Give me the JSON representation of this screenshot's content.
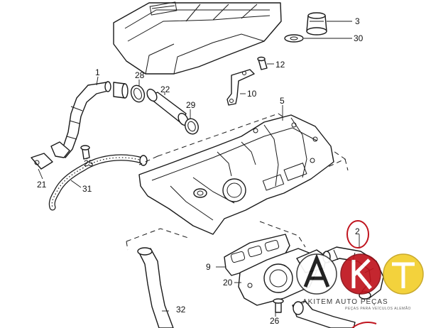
{
  "callouts": [
    {
      "id": "p3",
      "label": "3"
    },
    {
      "id": "p30",
      "label": "30"
    },
    {
      "id": "p12",
      "label": "12"
    },
    {
      "id": "p1",
      "label": "1"
    },
    {
      "id": "p28",
      "label": "28"
    },
    {
      "id": "p22",
      "label": "22"
    },
    {
      "id": "p10",
      "label": "10"
    },
    {
      "id": "p29",
      "label": "29"
    },
    {
      "id": "p5",
      "label": "5"
    },
    {
      "id": "p25",
      "label": "25"
    },
    {
      "id": "p21",
      "label": "21"
    },
    {
      "id": "p31",
      "label": "31"
    },
    {
      "id": "p2",
      "label": "2"
    },
    {
      "id": "p9",
      "label": "9"
    },
    {
      "id": "p20",
      "label": "20"
    },
    {
      "id": "p26",
      "label": "26"
    },
    {
      "id": "p32",
      "label": "32"
    }
  ],
  "watermark": {
    "brand": "AKITEM AUTO PEÇAS",
    "tagline": "PEÇAS PARA VEÍCULOS ALEMÃO",
    "colors": {
      "black": "#111111",
      "yellow": "#f2cf2c",
      "red": "#c0141e"
    }
  },
  "highlight": {
    "color": "#c0141e",
    "part_label": "2"
  }
}
